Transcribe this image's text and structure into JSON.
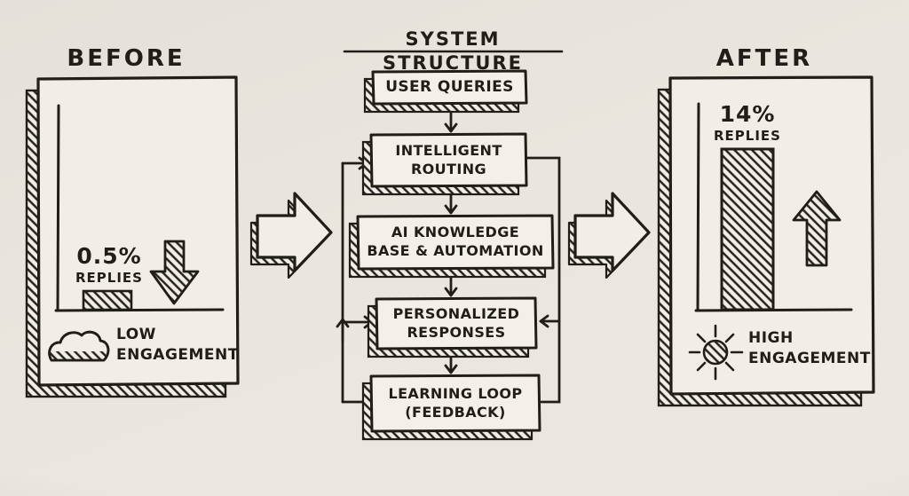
{
  "colors": {
    "paper": "#eae6df",
    "panel_fill": "#f1eee7",
    "ink": "#211e1a"
  },
  "panels": {
    "before": {
      "title": "BEFORE",
      "metric_value": "0.5%",
      "metric_label": "REPLIES",
      "status": "LOW\nENGAGEMENT",
      "status_icon": "cloud-icon",
      "trend_icon": "arrow-down-icon"
    },
    "after": {
      "title": "AFTER",
      "metric_value": "14%",
      "metric_label": "REPLIES",
      "status": "HIGH\nENGAGEMENT",
      "status_icon": "sun-icon",
      "trend_icon": "arrow-up-icon"
    }
  },
  "flowchart": {
    "title": "SYSTEM STRUCTURE",
    "nodes": [
      {
        "id": "user-queries",
        "label": "USER QUERIES"
      },
      {
        "id": "intelligent-routing",
        "label": "INTELLIGENT\nROUTING"
      },
      {
        "id": "ai-knowledge-base",
        "label": "AI KNOWLEDGE\nBASE & AUTOMATION"
      },
      {
        "id": "personalized-responses",
        "label": "PERSONALIZED\nRESPONSES"
      },
      {
        "id": "learning-loop",
        "label": "LEARNING LOOP\n(FEEDBACK)"
      }
    ],
    "flow": [
      "user-queries -> intelligent-routing",
      "intelligent-routing -> ai-knowledge-base",
      "ai-knowledge-base -> personalized-responses",
      "personalized-responses -> learning-loop",
      "learning-loop -> intelligent-routing (feedback)",
      "learning-loop -> personalized-responses (feedback)"
    ]
  },
  "chart_data": [
    {
      "type": "bar",
      "title": "BEFORE",
      "categories": [
        "REPLIES"
      ],
      "values": [
        0.5
      ],
      "unit": "%",
      "annotation": "LOW ENGAGEMENT",
      "trend": "down"
    },
    {
      "type": "bar",
      "title": "AFTER",
      "categories": [
        "REPLIES"
      ],
      "values": [
        14
      ],
      "unit": "%",
      "annotation": "HIGH ENGAGEMENT",
      "trend": "up"
    }
  ]
}
